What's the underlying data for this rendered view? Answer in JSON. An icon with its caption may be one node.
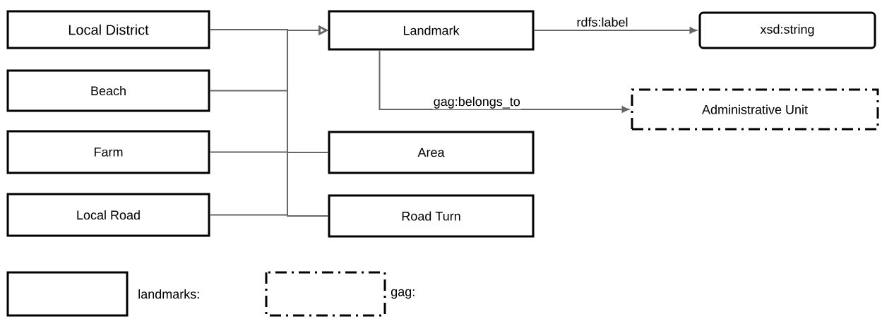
{
  "diagram": {
    "nodes": [
      {
        "text": [
          "Local District"
        ]
      },
      {
        "text": [
          "Landmark"
        ]
      },
      {
        "text": [
          "xsd:string"
        ]
      },
      {
        "text": [
          "Beach"
        ]
      },
      {
        "text": [
          "Administrative Unit"
        ]
      },
      {
        "text": [
          "Farm"
        ]
      },
      {
        "text": [
          "Area"
        ]
      },
      {
        "text": [
          "Local Road"
        ]
      },
      {
        "text": [
          "Road Turn"
        ]
      }
    ],
    "edges": [
      {
        "from": 0,
        "to": 1,
        "arrow": "to"
      },
      {
        "from": 3,
        "to": 1,
        "arrow": "to"
      },
      {
        "from": 5,
        "to": 1,
        "arrow": "to"
      },
      {
        "from": 7,
        "to": 1,
        "arrow": "to"
      },
      {
        "from": 6,
        "to": 1,
        "arrow": "to"
      },
      {
        "from": 8,
        "to": 1,
        "arrow": "to"
      },
      {
        "from": 1,
        "to": 2,
        "arrow": "to",
        "label": "rdfs:label"
      },
      {
        "from": 1,
        "to": 4,
        "arrow": "to",
        "label": "gag:belongs_to"
      }
    ],
    "legend": [
      {
        "text": "landmarks:"
      },
      {
        "text": "gag:"
      }
    ]
  }
}
